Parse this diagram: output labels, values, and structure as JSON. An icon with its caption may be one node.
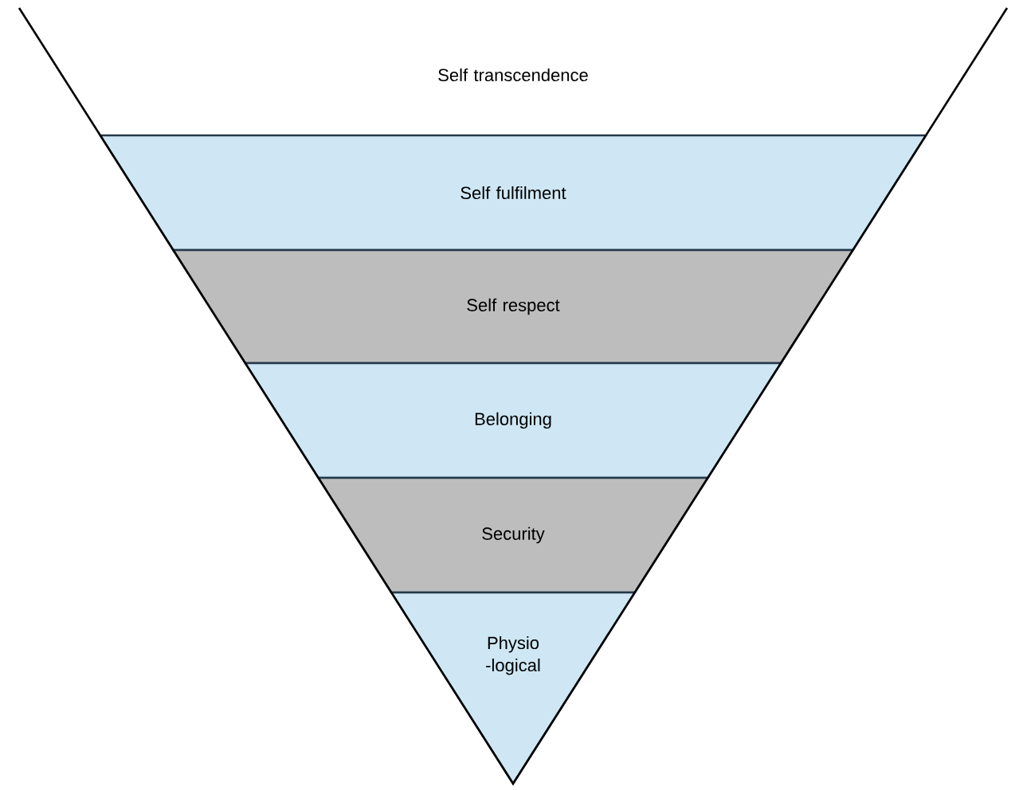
{
  "diagram": {
    "nodes": [
      {
        "text": [
          "Self transcendence"
        ]
      },
      {
        "text": [
          "Self fulfilment"
        ]
      },
      {
        "text": [
          "Self respect"
        ]
      },
      {
        "text": [
          "Belonging"
        ]
      },
      {
        "text": [
          "Security"
        ]
      },
      {
        "text": [
          "Physio -logical"
        ]
      }
    ]
  }
}
